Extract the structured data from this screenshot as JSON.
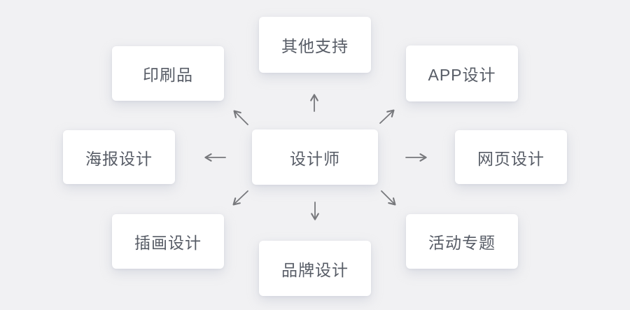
{
  "diagram": {
    "title": "designer-skill-map",
    "center": {
      "id": "designer",
      "label": "设计师"
    },
    "nodes": [
      {
        "id": "other-support",
        "label": "其他支持",
        "position": "top"
      },
      {
        "id": "app-design",
        "label": "APP设计",
        "position": "top-right"
      },
      {
        "id": "web-design",
        "label": "网页设计",
        "position": "right"
      },
      {
        "id": "event-special",
        "label": "活动专题",
        "position": "bottom-right"
      },
      {
        "id": "brand-design",
        "label": "品牌设计",
        "position": "bottom"
      },
      {
        "id": "illustration-design",
        "label": "插画设计",
        "position": "bottom-left"
      },
      {
        "id": "poster-design",
        "label": "海报设计",
        "position": "left"
      },
      {
        "id": "print-materials",
        "label": "印刷品",
        "position": "top-left"
      }
    ],
    "connections": [
      {
        "from": "designer",
        "to": "other-support",
        "direction": "up"
      },
      {
        "from": "designer",
        "to": "app-design",
        "direction": "up-right"
      },
      {
        "from": "designer",
        "to": "web-design",
        "direction": "right"
      },
      {
        "from": "designer",
        "to": "event-special",
        "direction": "down-right"
      },
      {
        "from": "designer",
        "to": "brand-design",
        "direction": "down"
      },
      {
        "from": "designer",
        "to": "illustration-design",
        "direction": "down-left"
      },
      {
        "from": "designer",
        "to": "poster-design",
        "direction": "left"
      },
      {
        "from": "designer",
        "to": "print-materials",
        "direction": "up-left"
      }
    ],
    "colors": {
      "background": "#f1f1f3",
      "card": "#ffffff",
      "text": "#575c66",
      "arrow": "#77787c"
    }
  }
}
